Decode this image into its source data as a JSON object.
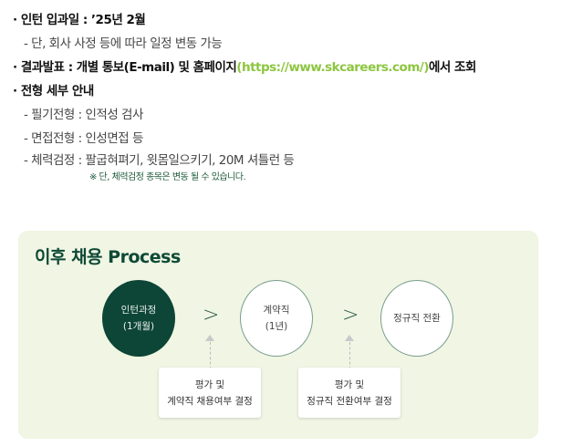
{
  "info": {
    "intern_period": "· 인턴 입과일 : ’25년 2월",
    "intern_note": "- 단, 회사 사정 등에 따라 일정 변동 가능",
    "result_prefix": "· 결과발표 : 개별 통보(E-mail) 및 홈페이지",
    "result_link": "(https://www.skcareers.com/)",
    "result_suffix": "에서 조회",
    "detail_title": "· 전형 세부 안내",
    "written": "- 필기전형 : 인적성 검사",
    "interview": "- 면접전형 : 인성면접 등",
    "physical": "- 체력검정 : 팔굽혀펴기, 윗몸일으키기, 20M 셔틀런 등",
    "physical_note": "※ 단, 체력검정 종목은 변동 될 수 있습니다."
  },
  "process": {
    "title": "이후 채용 Process",
    "steps": [
      {
        "line1": "인턴과정",
        "line2": "(1개월)"
      },
      {
        "line1": "계약직",
        "line2": "(1년)"
      },
      {
        "line1": "정규직 전환",
        "line2": ""
      }
    ],
    "arrow": ">",
    "evaluations": [
      {
        "line1": "평가 및",
        "line2": "계약직 채용여부 결정"
      },
      {
        "line1": "평가 및",
        "line2": "정규직 전환여부 결정"
      }
    ],
    "colors": {
      "dark": "#0d4536",
      "panel": "#f0f5e4",
      "link": "#8cc63f"
    }
  }
}
